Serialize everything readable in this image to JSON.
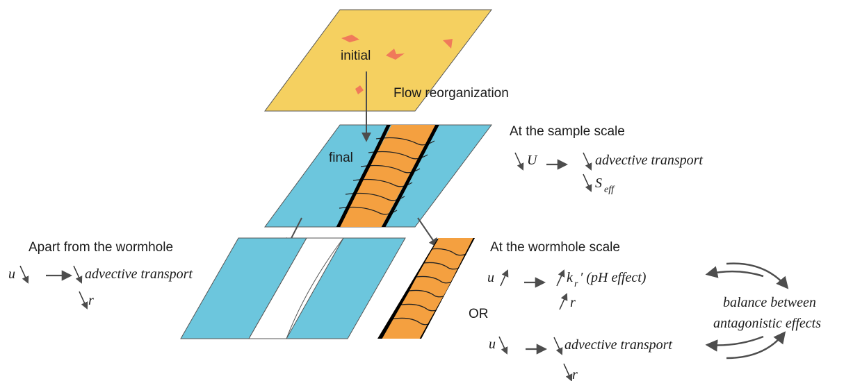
{
  "colors": {
    "initial_plane": "#F5D060",
    "blue_plane": "#6CC6DD",
    "wormhole": "#F4A040",
    "blob": "#F07A5A",
    "arrow": "#555555",
    "outline": "#333333"
  },
  "labels": {
    "initial": "initial",
    "flow_reorganization": "Flow reorganization",
    "final": "final",
    "apart": "Apart from the  wormhole",
    "sample_scale": "At the sample scale",
    "wormhole_scale": "At the wormhole scale",
    "or": "OR"
  },
  "sample_scale": {
    "U": "U",
    "advective": "advective transport",
    "S": "S",
    "S_sub": "eff"
  },
  "apart": {
    "u": "u",
    "advective": "advective transport",
    "r": "r"
  },
  "wormhole_scale": {
    "u1": "u",
    "k": "k",
    "k_sub": "r",
    "k_rest": " ′ (pH effect)",
    "r1": "r",
    "u2": "u",
    "advective": "advective transport",
    "r2": "r",
    "balance_line1": "balance between",
    "balance_line2": "antagonistic effects"
  }
}
